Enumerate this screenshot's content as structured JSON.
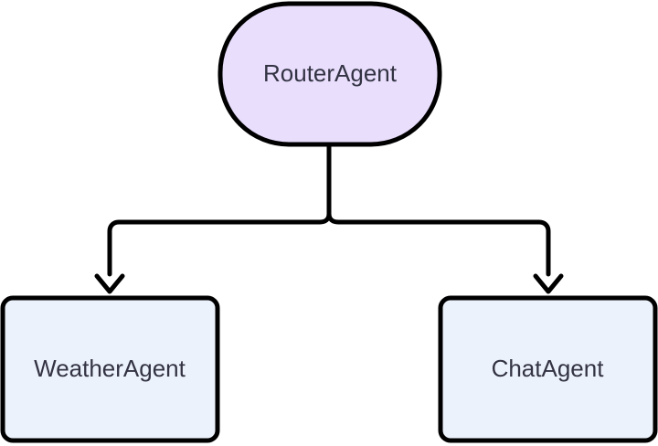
{
  "diagram": {
    "type": "flowchart",
    "direction": "top-down",
    "background_color": "#ffffff",
    "nodes": [
      {
        "id": "router",
        "label": "RouterAgent",
        "shape": "stadium",
        "fill_color": "#E9DEFC",
        "stroke_color": "#000000",
        "text_color": "#333344"
      },
      {
        "id": "weather",
        "label": "WeatherAgent",
        "shape": "rounded-rect",
        "fill_color": "#ECF2FB",
        "stroke_color": "#000000",
        "text_color": "#333344"
      },
      {
        "id": "chat",
        "label": "ChatAgent",
        "shape": "rounded-rect",
        "fill_color": "#ECF2FB",
        "stroke_color": "#000000",
        "text_color": "#333344"
      }
    ],
    "edges": [
      {
        "id": "router-to-weather",
        "from": "router",
        "to": "weather",
        "label": "",
        "arrow": "open-chevron"
      },
      {
        "id": "router-to-chat",
        "from": "router",
        "to": "chat",
        "label": "",
        "arrow": "open-chevron"
      }
    ]
  }
}
